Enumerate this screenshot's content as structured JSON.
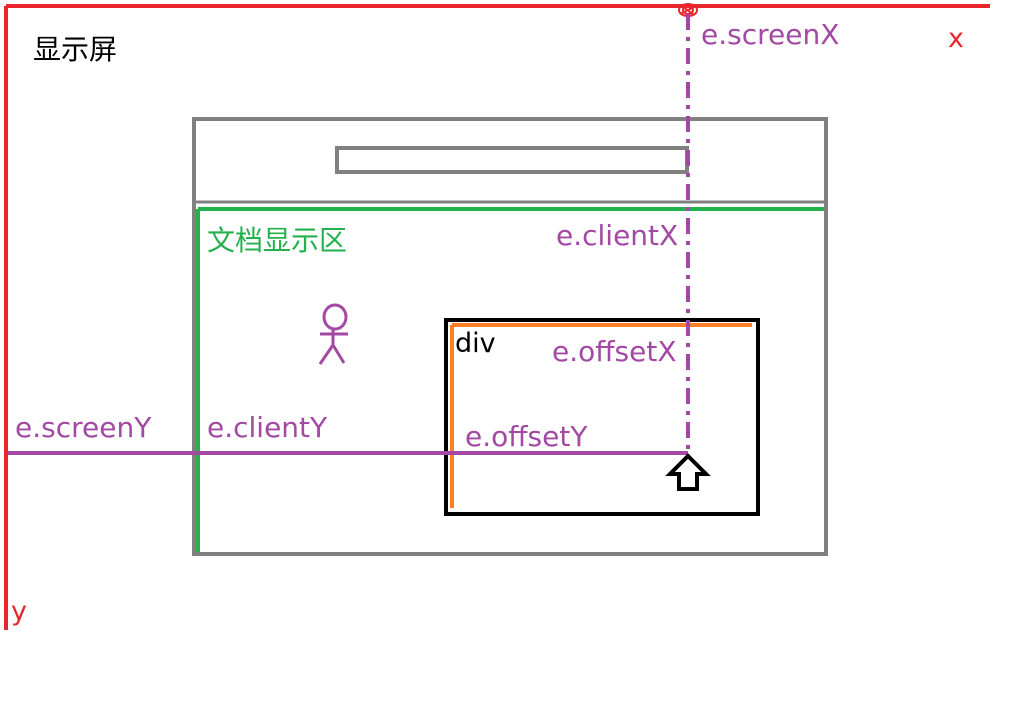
{
  "labels": {
    "screen": "显示屏",
    "x_axis": "x",
    "y_axis": "y",
    "document_area": "文档显示区",
    "div": "div",
    "screen_x": "e.screenX",
    "screen_y": "e.screenY",
    "client_x": "e.clientX",
    "client_y": "e.clientY",
    "offset_x": "e.offsetX",
    "offset_y": "e.offsetY"
  },
  "colors": {
    "screen_axes": "#e8262c",
    "browser_frame": "#808080",
    "document_area": "#22b14c",
    "div_box": "#000000",
    "offset_axes": "#ff7f27",
    "event_lines": "#a349a4"
  },
  "icons": {
    "cursor": "up-arrow-cursor-icon",
    "person": "stick-figure-icon"
  }
}
